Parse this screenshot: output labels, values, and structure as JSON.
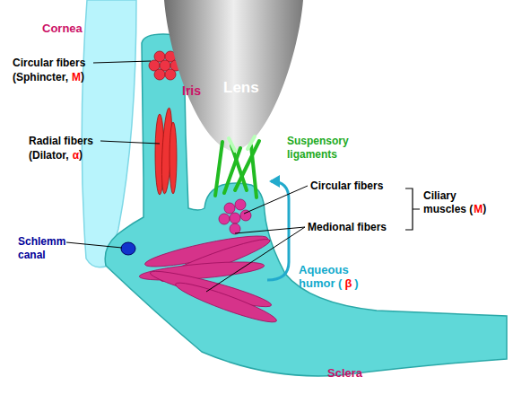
{
  "diagram": {
    "nodes": [
      {
        "text": [
          "Lens"
        ]
      }
    ],
    "labels": [
      "Cornea",
      "Circular fibers",
      "(Sphincter,",
      "M",
      ")",
      "Iris",
      "Radial fibers",
      "(Dilator,",
      "α",
      ")",
      "Schlemm canal",
      "Suspensory ligaments",
      "Circular fibers",
      "Medional fibers",
      "Ciliary muscles (",
      "M",
      ")",
      "Aqueous humor (",
      "β",
      ")",
      "Sclera"
    ]
  }
}
